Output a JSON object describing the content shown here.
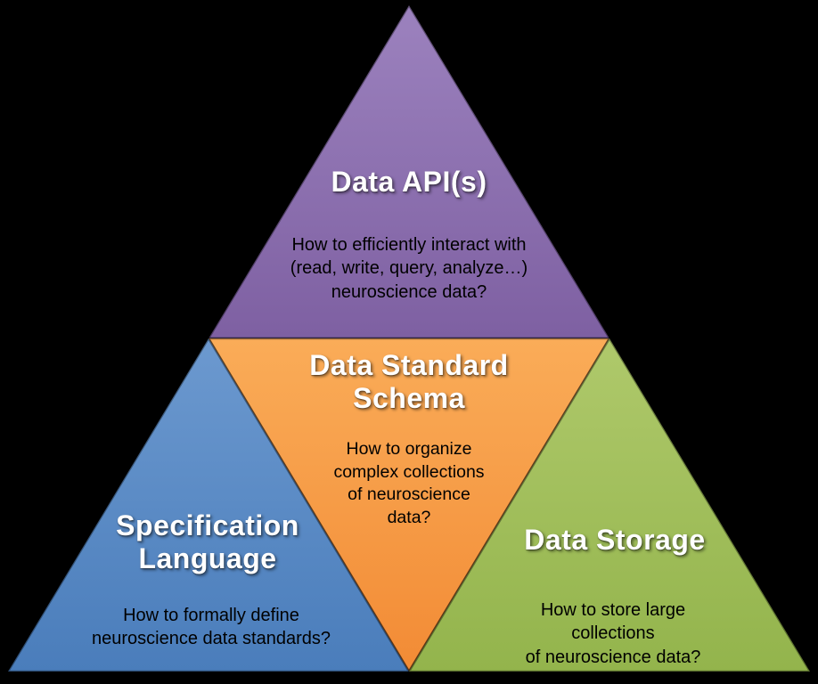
{
  "canvas": {
    "background": "#000000"
  },
  "diagram": {
    "type": "pyramid",
    "theme": "neuroscience data standards components"
  },
  "sections": [
    {
      "name": "data-apis",
      "title": "Data API(s)",
      "body": "How to efficiently interact with\n(read, write, query, analyze…)\nneuroscience data?",
      "color": "#7E60A2",
      "color_light": "#9C82BE",
      "position": "top"
    },
    {
      "name": "data-standard-schema",
      "title": "Data Standard\nSchema",
      "body": "How to organize\ncomplex collections\nof neuroscience\ndata?",
      "color": "#F28B35",
      "color_light": "#FAAC58",
      "position": "center"
    },
    {
      "name": "specification-language",
      "title": "Specification\nLanguage",
      "body": "How to formally define\nneuroscience data standards?",
      "color": "#4A7DBB",
      "color_light": "#6C99CF",
      "position": "bottom-left"
    },
    {
      "name": "data-storage",
      "title": "Data Storage",
      "body": "How to store large collections\nof neuroscience data?",
      "color": "#93B44C",
      "color_light": "#AFC96B",
      "position": "bottom-right"
    }
  ]
}
